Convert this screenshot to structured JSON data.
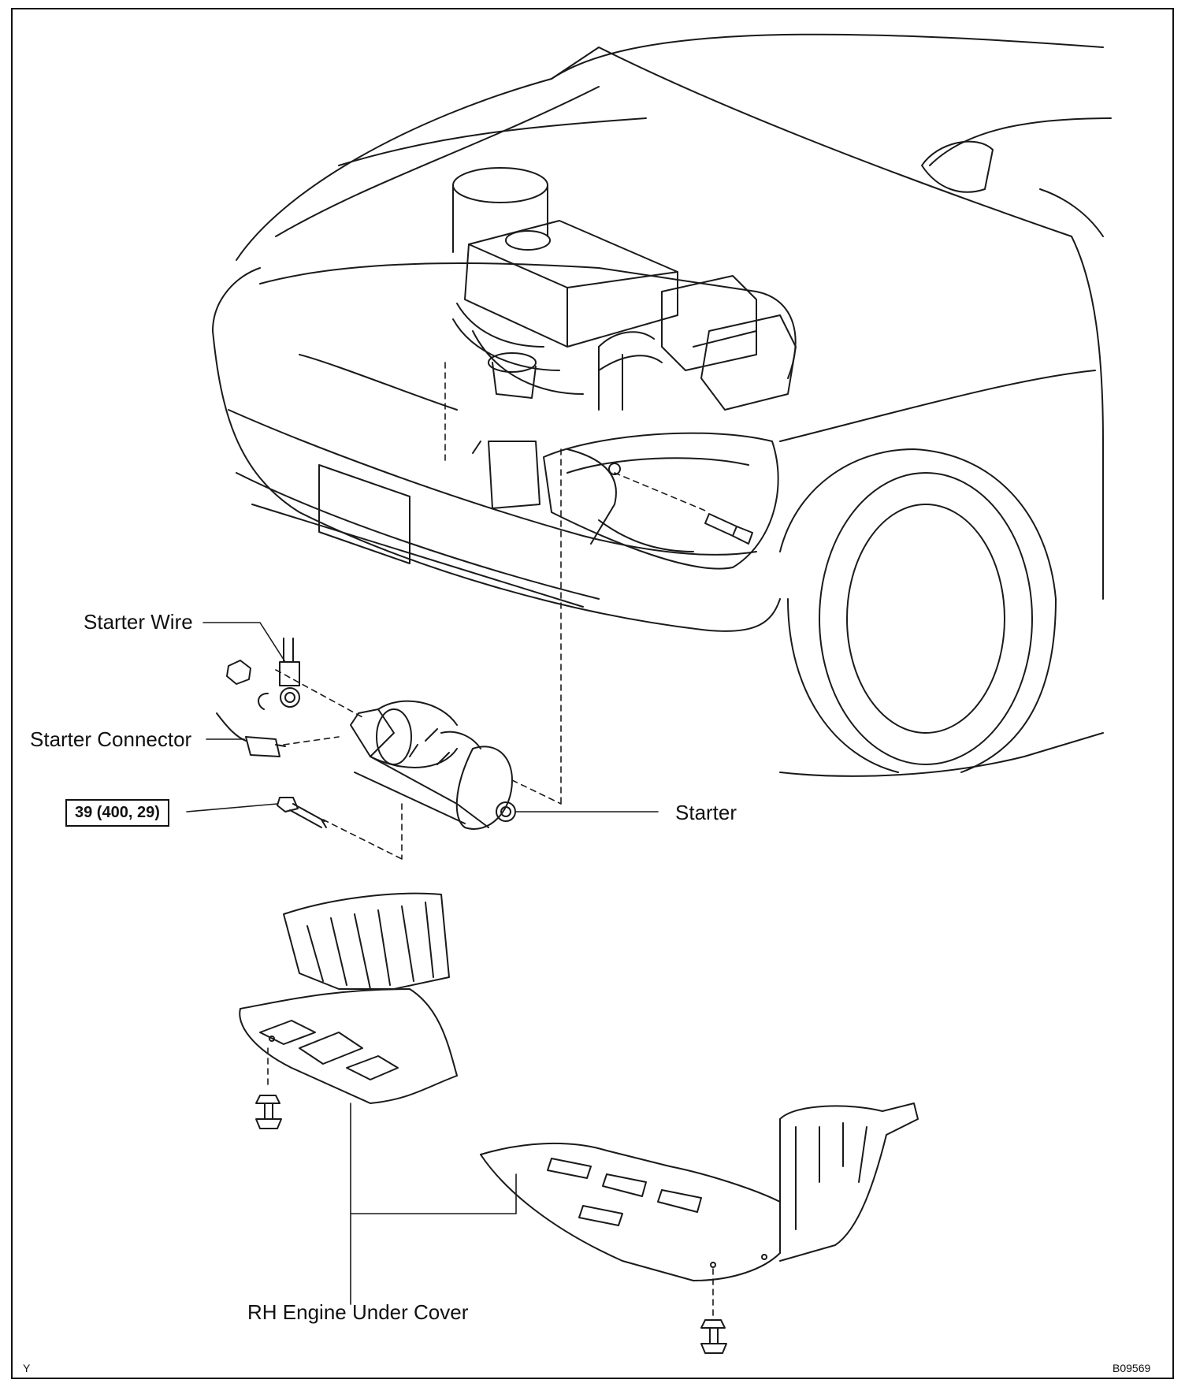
{
  "labels": {
    "starter_wire": "Starter Wire",
    "starter_connector": "Starter Connector",
    "torque_spec": "39 (400, 29)",
    "starter": "Starter",
    "rh_engine_under_cover": "RH Engine Under Cover"
  },
  "footer": {
    "left_mark": "Y",
    "figure_code": "B09569"
  }
}
